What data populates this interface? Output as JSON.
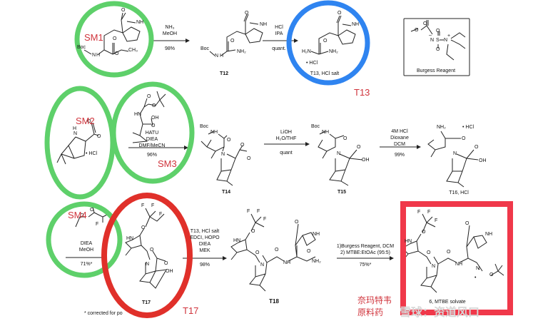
{
  "colors": {
    "green": "#5ed06a",
    "blue": "#2f84f0",
    "red_ring": "#e0302a",
    "red_box": "#f0384a",
    "label_red": "#d0343c"
  },
  "steps": [
    {
      "reagents": [
        "NH₃",
        "MeOH"
      ],
      "yield": "98%"
    },
    {
      "reagents": [
        "HCl",
        "IPA"
      ],
      "yield": "quant."
    },
    {
      "reagents": [
        "HATU",
        "DIEA",
        "DMF/MeCN"
      ],
      "yield": "96%"
    },
    {
      "reagents": [
        "LiOH",
        "H₂O/THF"
      ],
      "yield": "quant"
    },
    {
      "reagents": [
        "4M HCl",
        "Dioxane",
        "DCM"
      ],
      "yield": "99%"
    },
    {
      "reagents": [
        "DIEA",
        "MeOH"
      ],
      "yield": "71%*"
    },
    {
      "reagents": [
        "T13, HCl salt",
        "EDCI, HOPO",
        "DIEA",
        "MEK"
      ],
      "yield": "98%"
    },
    {
      "reagents": [
        "1)Burgess Reagent, DCM",
        "2) MTBE:EtOAc (95:5)"
      ],
      "yield": "75%*"
    }
  ],
  "compounds": {
    "t12": "T12",
    "t13": "T13, HCl salt",
    "t14": "T14",
    "t15": "T15",
    "t16": "T16, HCl",
    "t17": "T17",
    "t18": "T18",
    "final": "6, MTBE solvate"
  },
  "burgess_label": "Burgess Reagent",
  "annotations": {
    "sm1": "SM1",
    "sm2": "SM2",
    "sm3": "SM3",
    "sm4": "SM4",
    "t13": "T13",
    "t17": "T17",
    "nirmatrelvir": "奈玛特韦",
    "api": "原料药"
  },
  "footnote": "* corrected for po",
  "watermark": "雪球：资道风口",
  "atoms": {
    "boc": "Boc",
    "n": "N",
    "h": "H",
    "nh": "NH",
    "hn": "HN",
    "o": "O",
    "oh": "OH",
    "nh2": "NH₂",
    "h2n": "H₂N",
    "ch3": "CH₃",
    "f": "F",
    "s": "S",
    "hcl_dot": "• HCl",
    "dot": "•",
    "cn": "N",
    "minus": "–",
    "plus": "+"
  }
}
